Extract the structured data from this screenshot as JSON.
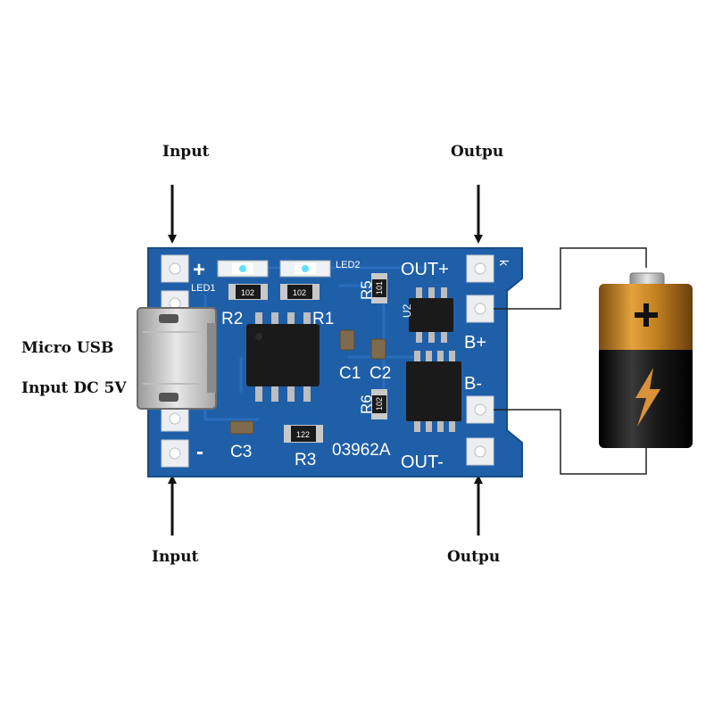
{
  "labels": {
    "input_top": "Input",
    "output_top": "Outpu",
    "input_bottom": "Input",
    "output_bottom": "Outpu",
    "micro_usb": "Micro USB",
    "input_dc": "Input DC 5V"
  },
  "silkscreen": {
    "plus": "+",
    "minus": "-",
    "led1": "LED1",
    "led2": "LED2",
    "out_plus": "OUT+",
    "out_minus": "OUT-",
    "k": "k",
    "r1": "R1",
    "r2": "R2",
    "r3": "R3",
    "r5": "R5",
    "r6": "R6",
    "c1": "C1",
    "c2": "C2",
    "c3": "C3",
    "u2": "U2",
    "b_plus": "B+",
    "b_minus": "B-",
    "board_code": "03962A",
    "res_r1": "102",
    "res_r2": "102",
    "res_r3": "122",
    "res_r5": "101",
    "res_r6": "102"
  },
  "colors": {
    "pcb": "#1f5fa8",
    "pad": "#eceef2",
    "chip": "#1a1a1a",
    "battery_top": "#c9821e",
    "battery_bottom": "#151515",
    "lightning": "#d9913a"
  }
}
